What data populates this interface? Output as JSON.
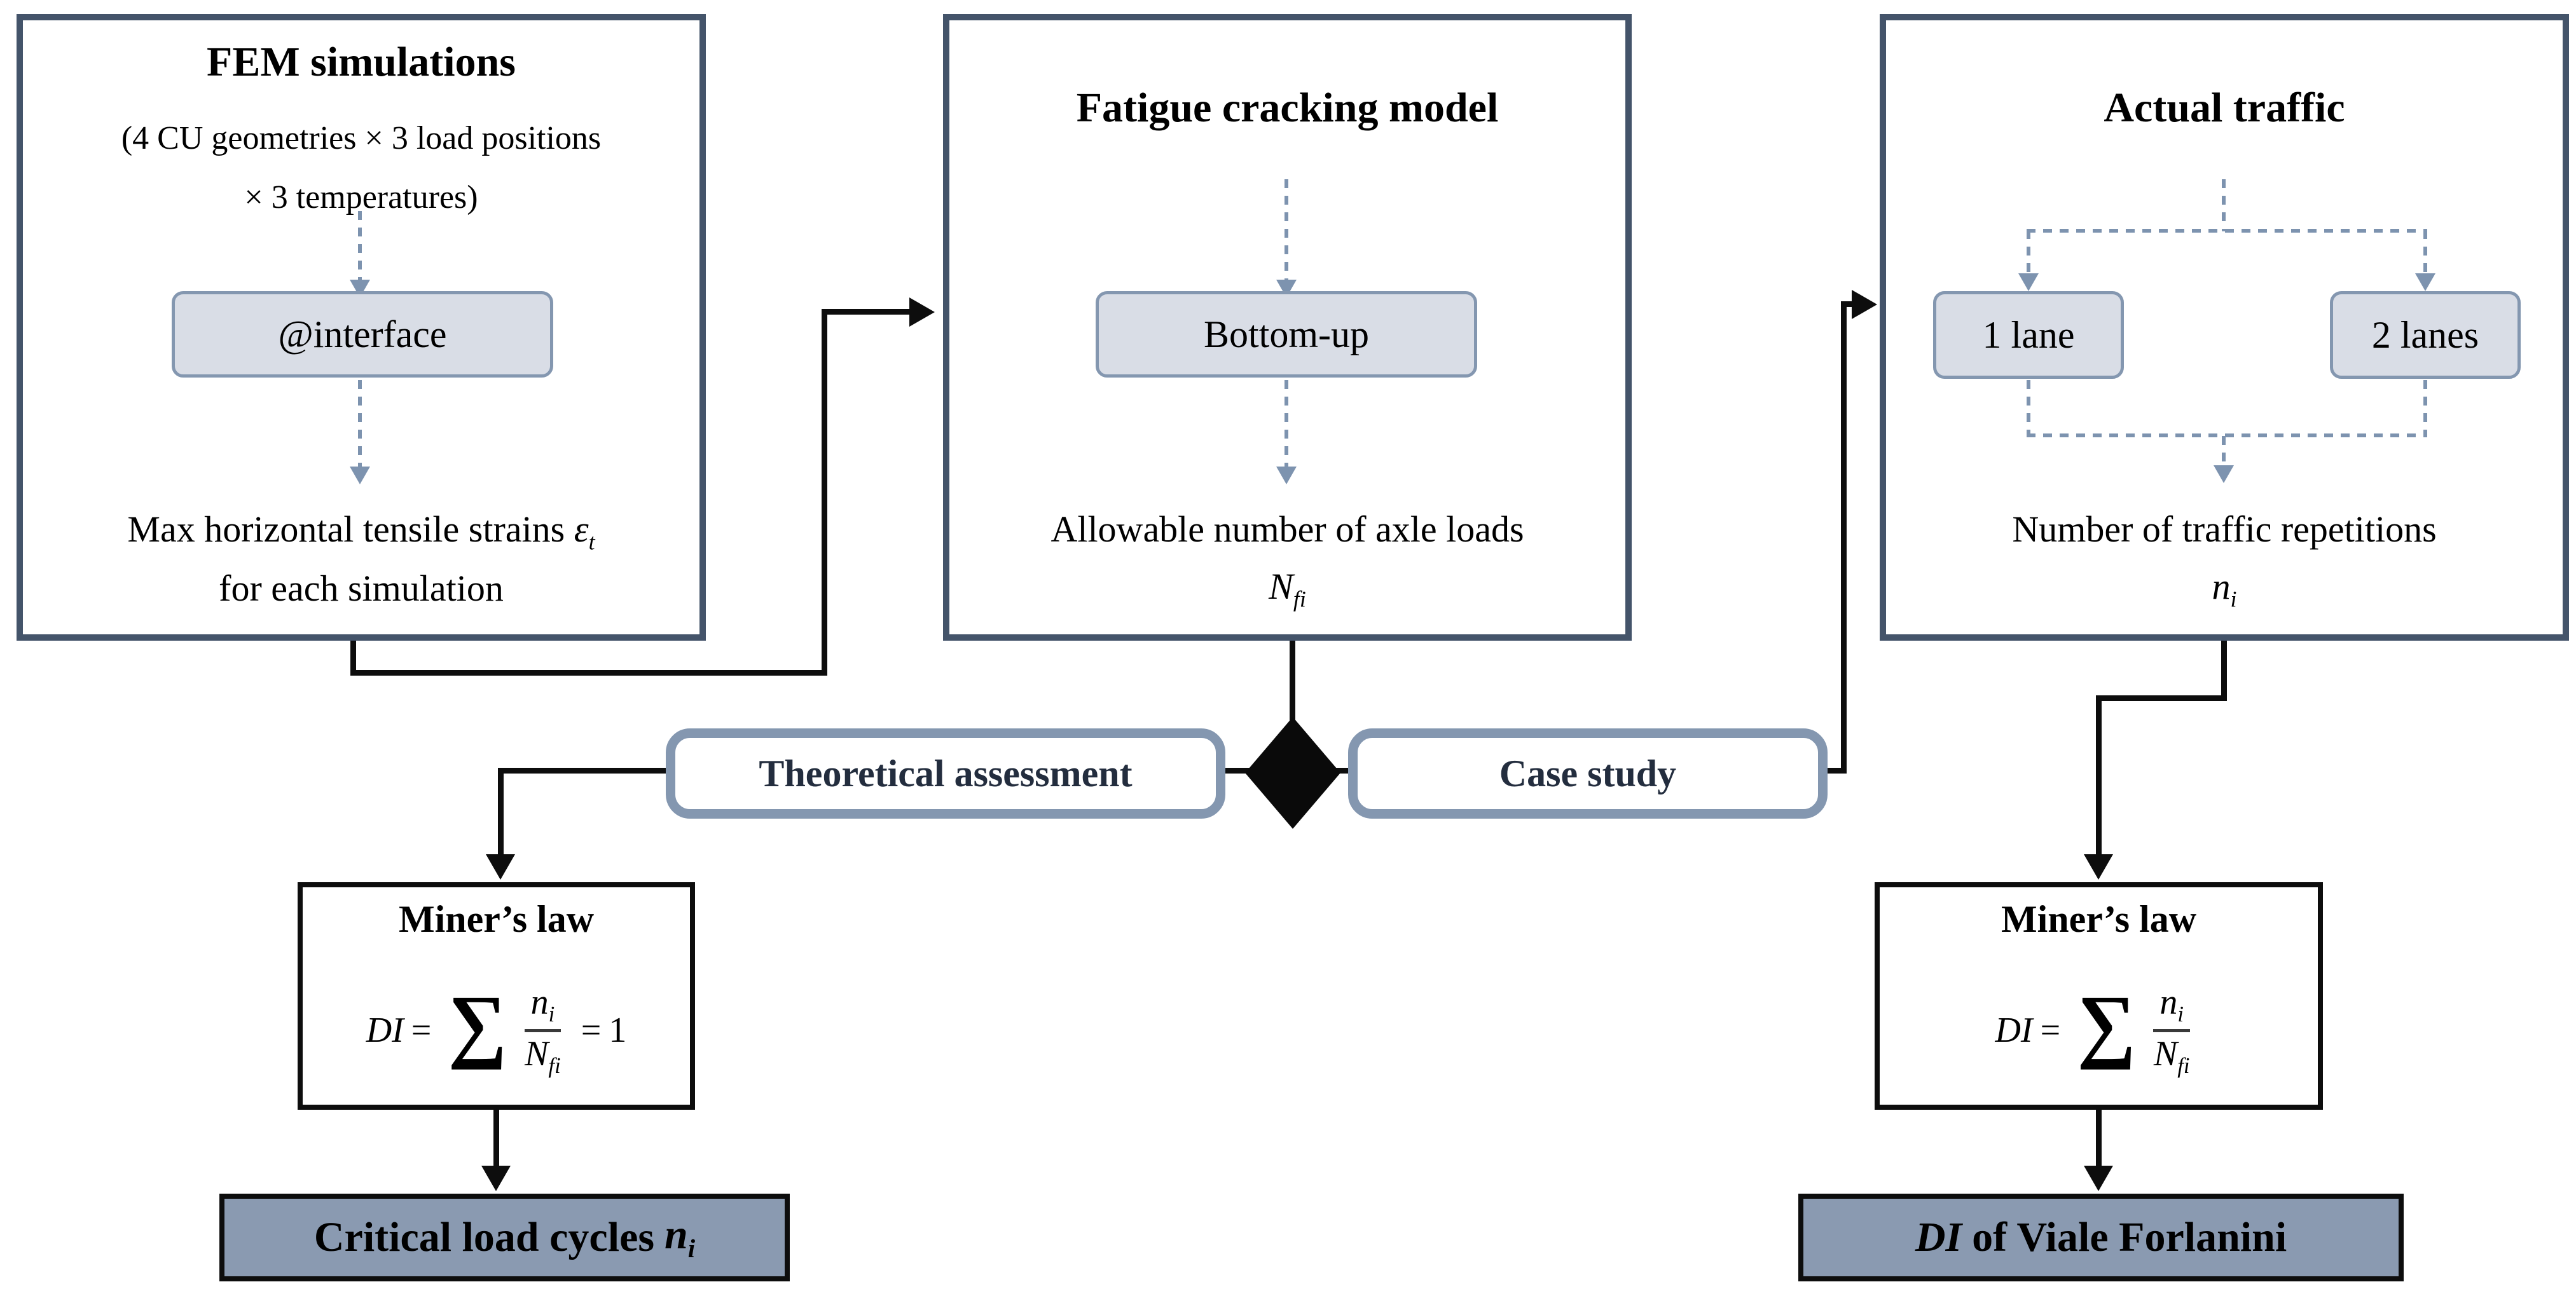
{
  "colors": {
    "box_border": "#44546a",
    "accent": "#8497b0",
    "node_fill": "#d9dde6",
    "output_fill": "#8a9ab1",
    "dotted_connector": "#7d93af",
    "pill_text": "#232d3e"
  },
  "fem": {
    "title": "FEM simulations",
    "subtitle1": "(4 CU geometries × 3 load positions",
    "subtitle2": "× 3 temperatures)",
    "node": "@interface",
    "result1": "Max horizontal tensile strains",
    "result_sym": "ε",
    "result_sub": "t",
    "result2": "for each simulation"
  },
  "fatigue": {
    "title": "Fatigue cracking model",
    "node": "Bottom-up",
    "result1": "Allowable number of axle loads",
    "result_sym": "N",
    "result_sub": "fi"
  },
  "traffic": {
    "title": "Actual traffic",
    "node1": "1 lane",
    "node2": "2 lanes",
    "result1": "Number of traffic repetitions",
    "result_sym": "n",
    "result_sub": "i"
  },
  "pills": {
    "theoretical": "Theoretical assessment",
    "case": "Case study"
  },
  "miner_left": {
    "title": "Miner’s law",
    "di": "DI",
    "eq": "=",
    "sum": "∑",
    "num": "n",
    "num_sub": "i",
    "den": "N",
    "den_sub": "fi",
    "tail_eq": "=",
    "tail_val": "1"
  },
  "miner_right": {
    "title": "Miner’s law",
    "di": "DI",
    "eq": "=",
    "sum": "∑",
    "num": "n",
    "num_sub": "i",
    "den": "N",
    "den_sub": "fi"
  },
  "output_left": {
    "prefix": "Critical load cycles",
    "sym": "n",
    "sub": "i"
  },
  "output_right": {
    "sym": "DI",
    "suffix": "of Viale Forlanini"
  }
}
